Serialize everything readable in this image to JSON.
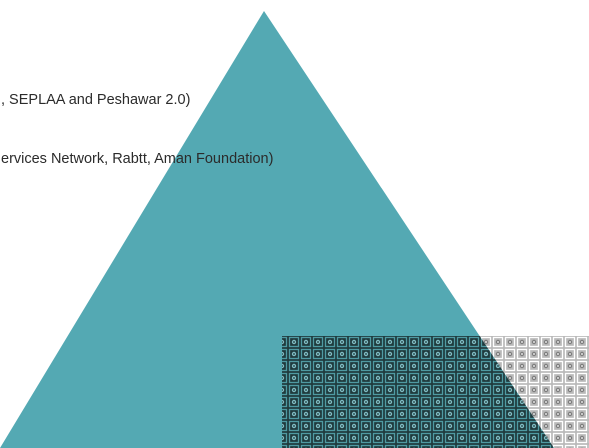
{
  "slide": {
    "lines": [
      ", SEPLAA and Peshawar 2.0)",
      "ervices Network, Rabtt, Aman Foundation)"
    ],
    "colors": {
      "triangle": "#54a9b3",
      "pattern_dark": "#1f3a3c",
      "pattern_light": "#b9b9b9",
      "text": "#2b2b2b"
    },
    "decorations": [
      "teal-triangle",
      "geometric-pattern-block"
    ]
  }
}
